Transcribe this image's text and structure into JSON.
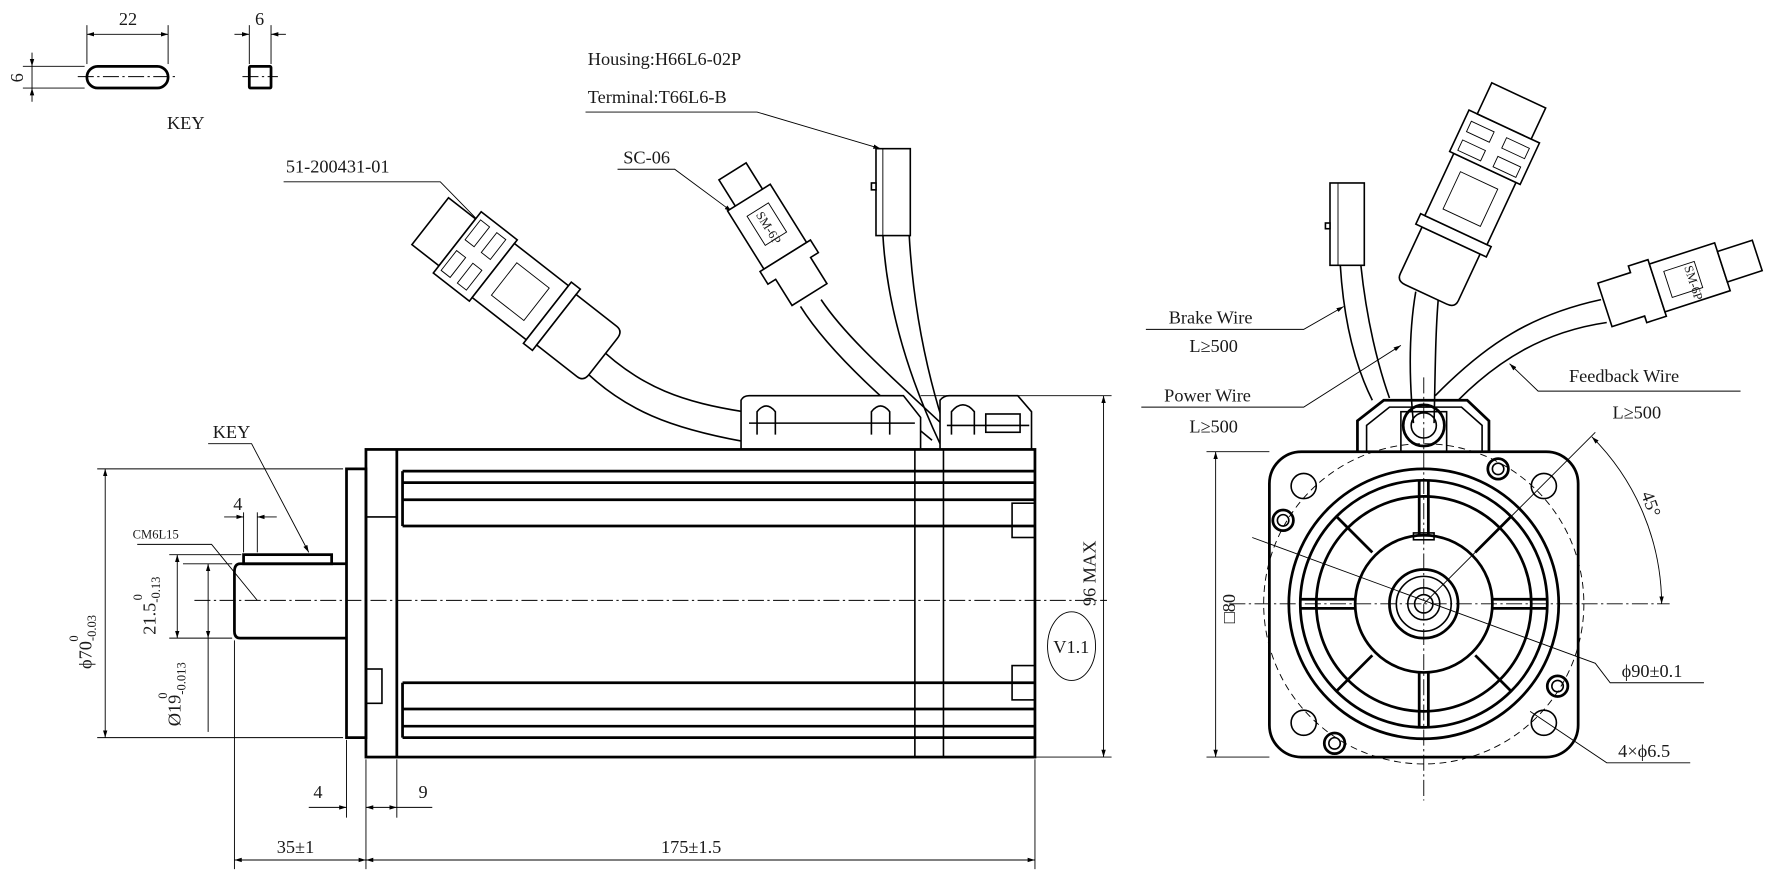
{
  "key_detail": {
    "length_dim": "22",
    "width_dim": "6",
    "height_dim": "6",
    "label": "KEY"
  },
  "connectors": {
    "power_connector": "51-200431-01",
    "feedback_connector": "SC-06",
    "feedback_connector_marking": "SM-6P",
    "brake_housing": "Housing:H66L6-02P",
    "brake_terminal": "Terminal:T66L6-B"
  },
  "side_view": {
    "key_label": "KEY",
    "thread_label": "CM6L15",
    "key_width_dim": "4",
    "flange_dia": "ϕ70",
    "flange_dia_tol_upper": "0",
    "flange_dia_tol_lower": "-0.03",
    "key_height_dim": "21.5",
    "key_height_tol_upper": "0",
    "key_height_tol_lower": "-0.13",
    "shaft_dia": "Ø19",
    "shaft_dia_tol_upper": "0",
    "shaft_dia_tol_lower": "-0.013",
    "height_max": "96 MAX",
    "version": "V1.1",
    "flange_thickness_dim": "4",
    "flange_step_dim": "9",
    "shaft_length_dim": "35±1",
    "body_length_dim": "175±1.5"
  },
  "front_view": {
    "brake_wire_label": "Brake Wire",
    "brake_wire_length": "L≥500",
    "power_wire_label": "Power Wire",
    "power_wire_length": "L≥500",
    "feedback_wire_label": "Feedback Wire",
    "feedback_wire_length": "L≥500",
    "square_dim": "□80",
    "angle_dim": "45°",
    "pcd_dim": "ϕ90±0.1",
    "holes_dim": "4×ϕ6.5"
  }
}
